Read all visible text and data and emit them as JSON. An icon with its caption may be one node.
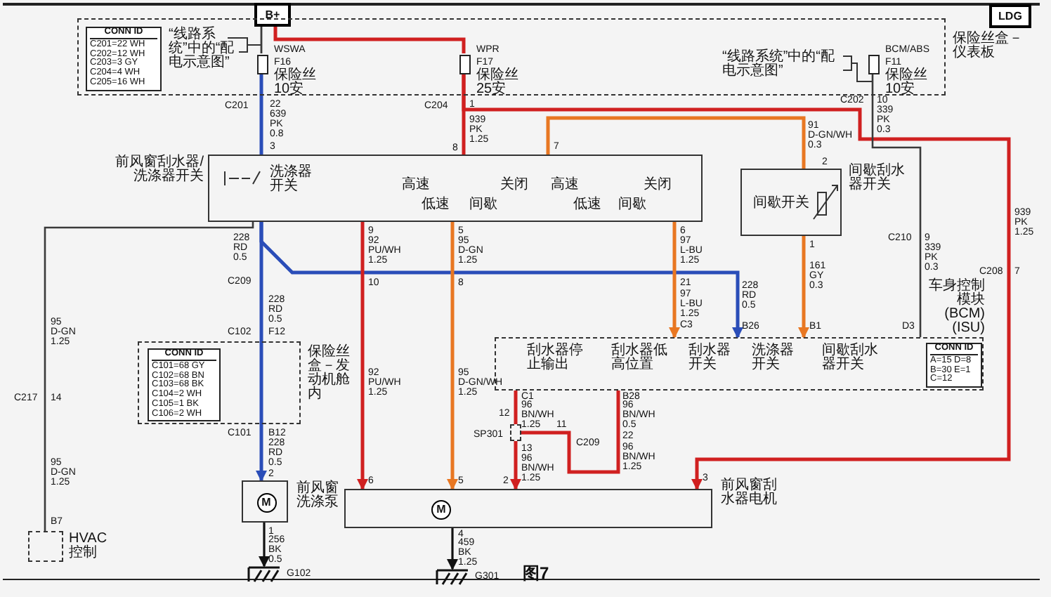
{
  "diagram": {
    "caption": "图7",
    "nodes": [
      {
        "text": [
          "B+"
        ]
      },
      {
        "text": [
          "保险丝盒－仪表板"
        ]
      },
      {
        "text": [
          "CONN ID",
          "C201=22 WH",
          "C202=12 WH",
          "C203=3 GY",
          "C204=4 WH",
          "C205=16 WH"
        ],
        "in": 1
      },
      {
        "text": [],
        "shape": "box",
        "in": 1,
        "beside": [
          "WSWA",
          "F16",
          "保险丝",
          "10安"
        ]
      },
      {
        "text": [],
        "shape": "box",
        "in": 1,
        "beside": [
          "WPR",
          "F17",
          "保险丝",
          "25安"
        ]
      },
      {
        "text": [],
        "shape": "box",
        "in": 1,
        "beside": [
          "BCM/ABS",
          "F11",
          "保险丝",
          "10安"
        ]
      },
      {
        "text": [
          "前风窗刮水器/洗涤器开关"
        ]
      },
      {
        "text": [
          "间歇开关"
        ],
        "beside": [
          "间歇刮水器开关"
        ]
      },
      {
        "text": [
          "保险丝盒－发动机舱内"
        ]
      },
      {
        "text": [
          "CONN ID",
          "C101=68 GY",
          "C102=68 BN",
          "C103=68 BK",
          "C104=2 WH",
          "C105=1 BK",
          "C106=2 WH"
        ],
        "in": 8
      },
      {
        "text": [
          "车身控制模块 (BCM) (ISU)"
        ]
      },
      {
        "text": [
          "CONN ID",
          "A=15",
          "D=8",
          "B=30",
          "E=1",
          "C=12"
        ],
        "in": 10
      },
      {
        "text": [
          "M"
        ],
        "beside": [
          "前风窗洗涤泵"
        ]
      },
      {
        "text": [
          "M"
        ],
        "beside": [
          "前风窗刮水器电机"
        ]
      },
      {
        "text": [],
        "shape": "box",
        "beside": [
          "HVAC 控制"
        ]
      },
      {
        "text": [
          "G102"
        ]
      },
      {
        "text": [
          "G301"
        ]
      },
      {
        "text": [],
        "shape": "box",
        "beside": [
          "SP301"
        ]
      },
      {
        "text": [
          "LDG"
        ]
      }
    ],
    "edges": [
      {
        "from": 0,
        "to": 3,
        "arrow": "none",
        "color": "#3a3a3a"
      },
      {
        "from": 0,
        "to": 4,
        "arrow": "none",
        "color": "#d02020"
      },
      {
        "from": 3,
        "to": 6,
        "arrow": "none",
        "color": "#2a4db8"
      },
      {
        "from": 4,
        "to": 6,
        "arrow": "none",
        "color": "#d02020"
      },
      {
        "from": 4,
        "to": 13,
        "arrow": "to",
        "color": "#d02020"
      },
      {
        "from": 5,
        "to": 10,
        "arrow": "none",
        "color": "#3a3a3a"
      },
      {
        "from": 6,
        "to": 12,
        "arrow": "to",
        "color": "#2a4db8"
      },
      {
        "from": 6,
        "to": 10,
        "arrow": "to",
        "color": "#2a4db8"
      },
      {
        "from": 6,
        "to": 13,
        "arrow": "to",
        "color": "#d02020"
      },
      {
        "from": 6,
        "to": 13,
        "arrow": "to",
        "color": "#e87722"
      },
      {
        "from": 6,
        "to": 10,
        "arrow": "to",
        "color": "#e87722"
      },
      {
        "from": 6,
        "to": 7,
        "arrow": "none",
        "color": "#e87722"
      },
      {
        "from": 7,
        "to": 10,
        "arrow": "to",
        "color": "#e87722"
      },
      {
        "from": 6,
        "to": 14,
        "arrow": "none",
        "color": "#3a3a3a"
      },
      {
        "from": 10,
        "to": 17,
        "arrow": "none",
        "color": "#d02020"
      },
      {
        "from": 10,
        "to": 17,
        "arrow": "none",
        "color": "#d02020"
      },
      {
        "from": 17,
        "to": 13,
        "arrow": "to",
        "color": "#d02020"
      },
      {
        "from": 12,
        "to": 15,
        "arrow": "to",
        "color": "#111111"
      },
      {
        "from": 13,
        "to": 16,
        "arrow": "to",
        "color": "#111111"
      }
    ],
    "labels": [
      "“线路系统”中的“配电示意图”",
      "“线路系统”中的“配电示意图”",
      "C201",
      "22",
      "639 PK 0.8",
      "3",
      "C204",
      "1",
      "939 PK 1.25",
      "8",
      "7",
      "C202",
      "10",
      "339 PK 0.3",
      "91 D-GN/WH 0.3",
      "2",
      "洗涤器开关",
      "高速",
      "低速",
      "间歇",
      "关闭",
      "高速",
      "低速",
      "间歇",
      "关闭",
      "1",
      "C210",
      "9",
      "161 GY 0.3",
      "339 PK 0.3",
      "939 PK 1.25",
      "C208",
      "7",
      "228 RD 0.5",
      "9",
      "92 PU/WH 1.25",
      "5",
      "95 D-GN 1.25",
      "6",
      "97 L-BU 1.25",
      "C209",
      "10",
      "8",
      "21",
      "97 L-BU 1.25",
      "C3",
      "228 RD 0.5",
      "B26",
      "B1",
      "D3",
      "95 D-GN 1.25",
      "C217",
      "14",
      "95 D-GN 1.25",
      "B7",
      "228 RD 0.5",
      "C102",
      "F12",
      "C101",
      "B12",
      "228 RD 0.5",
      "2",
      "1",
      "256 BK 0.5",
      "92 PU/WH 1.25",
      "95 D-GN/WH 1.25",
      "刮水器停止输出",
      "刮水器低高位置",
      "刮水器开关",
      "洗涤器开关",
      "间歇刮水器开关",
      "C1",
      "96 BN/WH 1.25",
      "12",
      "11",
      "13",
      "96 BN/WH 1.25",
      "B28",
      "96 BN/WH 0.5",
      "C209",
      "22",
      "96 BN/WH 1.25",
      "6",
      "5",
      "2",
      "3",
      "4",
      "459 BK 1.25"
    ]
  }
}
